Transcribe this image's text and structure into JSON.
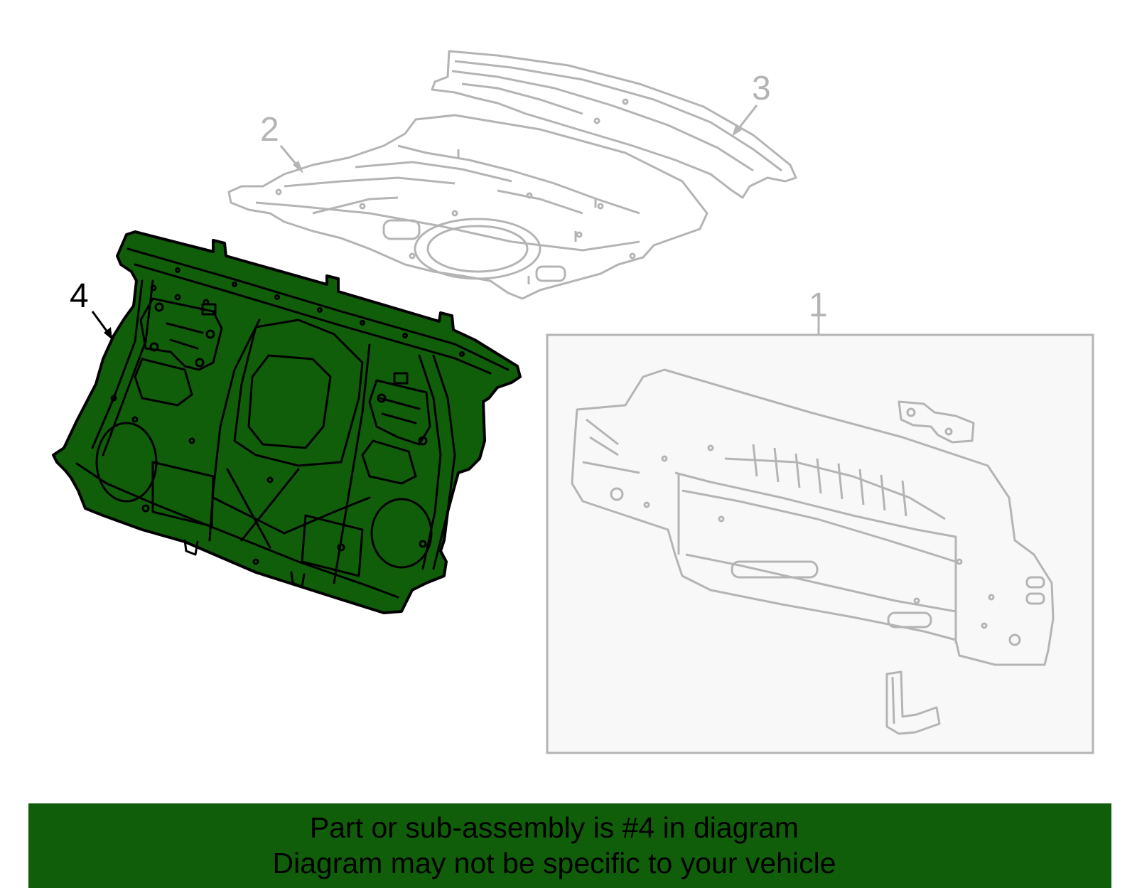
{
  "colors": {
    "highlight_fill": "#115e0a",
    "line_gray": "#b4b4b4",
    "inset_bg": "#f8f8f8",
    "banner_bg": "#115e0a"
  },
  "callouts": {
    "c1": "1",
    "c2": "2",
    "c3": "3",
    "c4": "4"
  },
  "banner": {
    "line1": "Part or sub-assembly is #4 in diagram",
    "line2": "Diagram may not be specific to your vehicle"
  }
}
